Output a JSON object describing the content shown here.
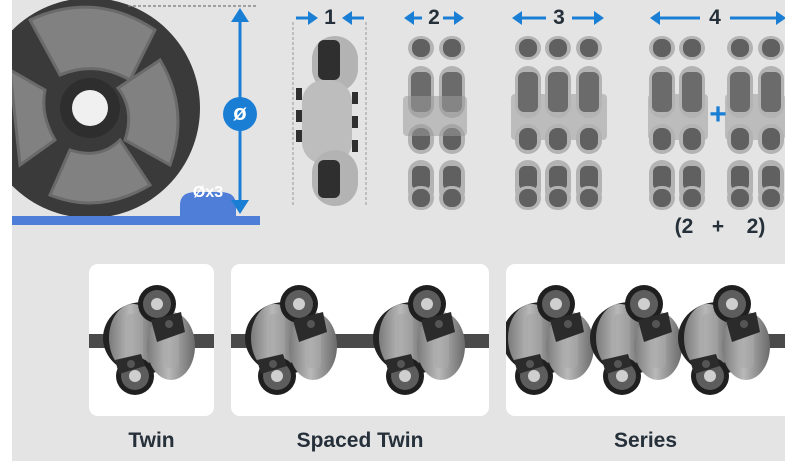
{
  "colors": {
    "background": "#e4e4e4",
    "accent": "#1a7fd4",
    "ground": "#4f7ed9",
    "wheel_dark": "#3a3a3a",
    "roller": "#8a8a8a",
    "card": "#ffffff",
    "text": "#26303a"
  },
  "top_diagram": {
    "diameter_symbol": "ø",
    "roller_diameter_label": "Øx3",
    "configs": [
      {
        "count": "1"
      },
      {
        "count": "2"
      },
      {
        "count": "3"
      },
      {
        "count": "4"
      }
    ],
    "combine_symbol": "+",
    "combo_note": {
      "open": "(2",
      "plus": "+",
      "close": "2)"
    }
  },
  "arrangements": [
    {
      "name": "Twin"
    },
    {
      "name": "Spaced Twin"
    },
    {
      "name": "Series"
    }
  ]
}
